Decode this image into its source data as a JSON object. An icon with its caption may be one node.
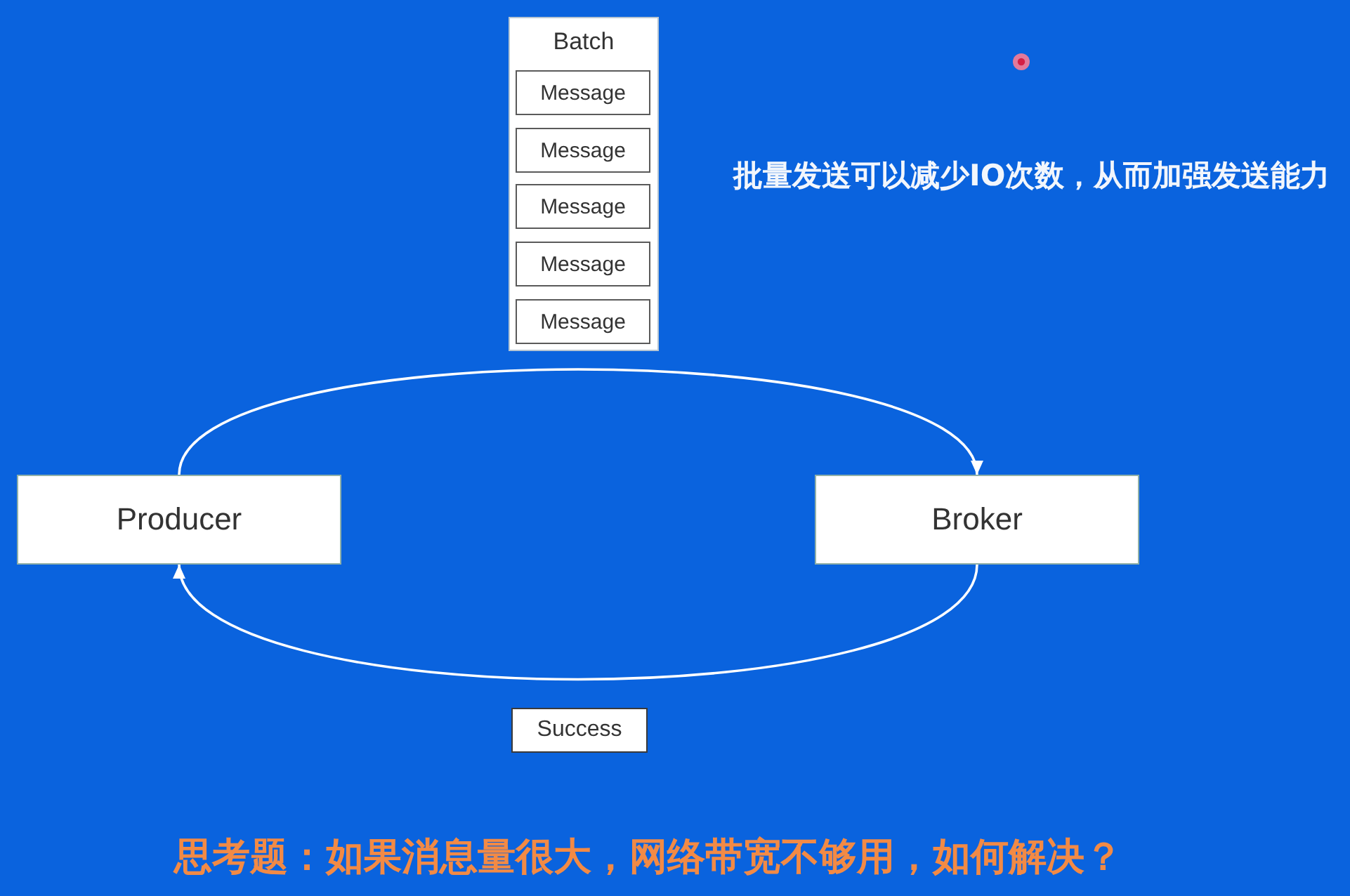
{
  "diagram": {
    "nodes": [
      {
        "text": [
          "Batch"
        ]
      },
      {
        "text": [
          "Message"
        ],
        "in": 0
      },
      {
        "text": [
          "Message"
        ],
        "in": 0
      },
      {
        "text": [
          "Message"
        ],
        "in": 0
      },
      {
        "text": [
          "Message"
        ],
        "in": 0
      },
      {
        "text": [
          "Message"
        ],
        "in": 0
      },
      {
        "text": [
          "Producer"
        ]
      },
      {
        "text": [
          "Broker"
        ]
      },
      {
        "text": [
          "Success"
        ]
      }
    ],
    "edges": [
      {
        "from": 6,
        "to": 7,
        "arrow": "to"
      },
      {
        "from": 7,
        "to": 6,
        "arrow": "to"
      }
    ],
    "labels": [
      "批量发送可以减少IO次数，从而加强发送能力",
      "思考题：如果消息量很大，网络带宽不够用，如何解决？"
    ]
  }
}
